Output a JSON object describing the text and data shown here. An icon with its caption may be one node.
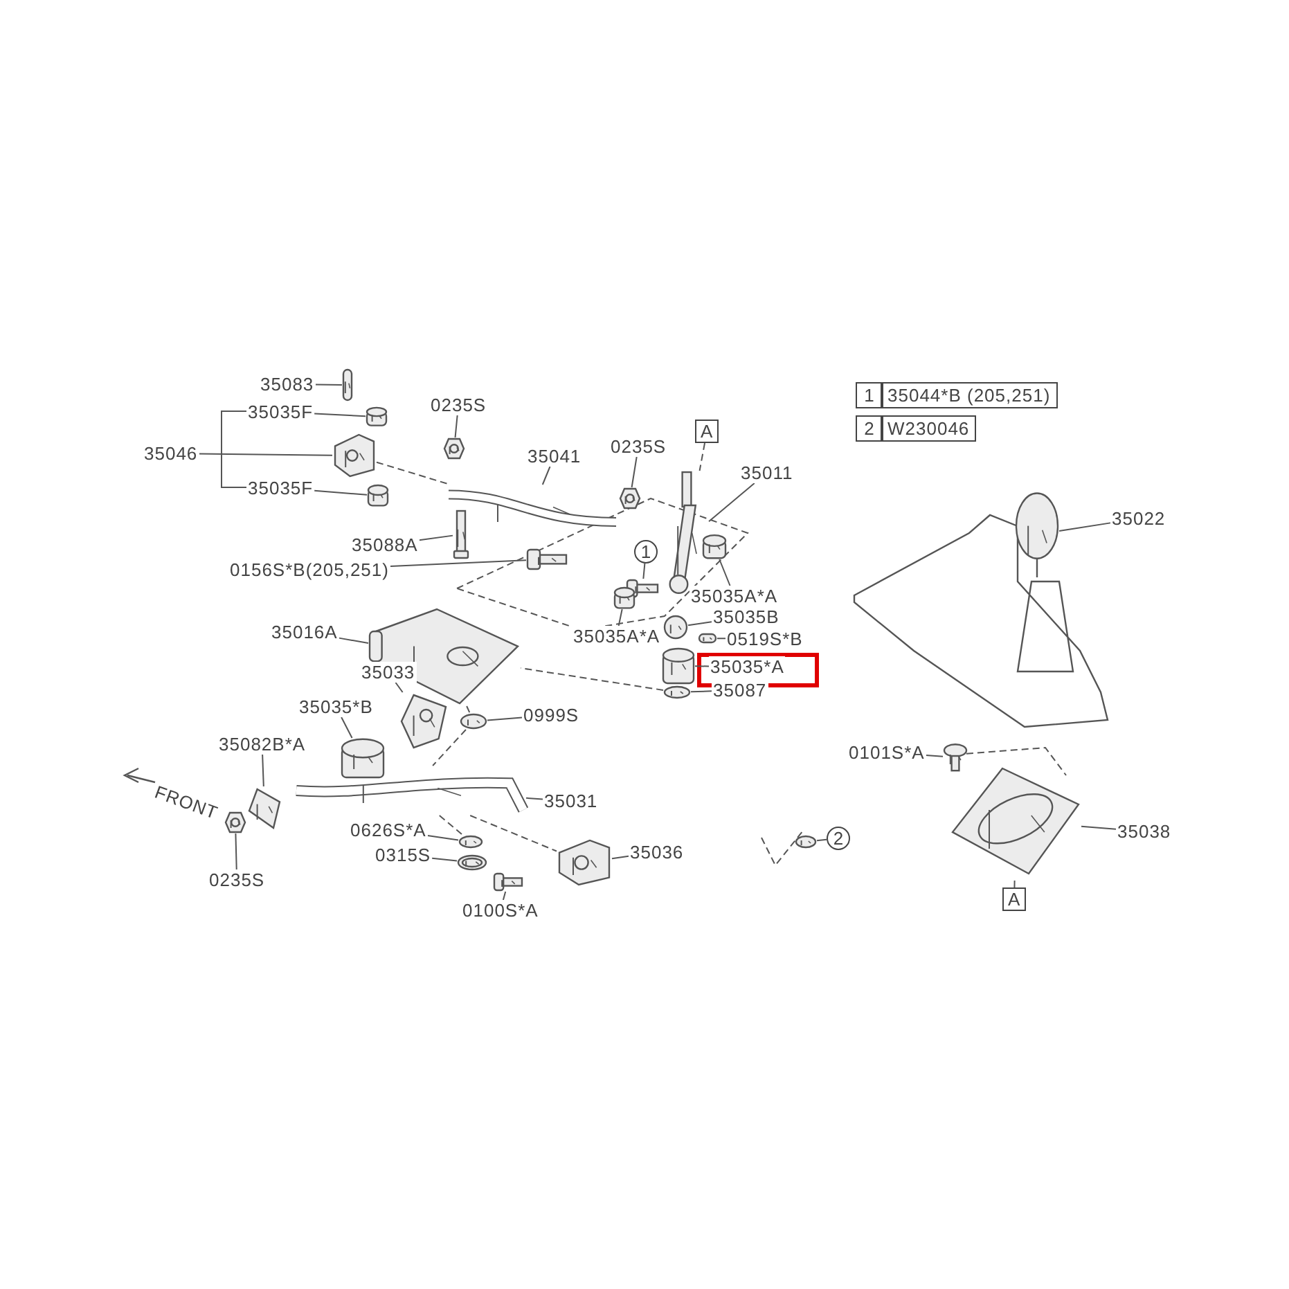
{
  "diagram": {
    "nodes": [
      {
        "text": [
          "35083"
        ]
      },
      {
        "text": [],
        "shape": "picture"
      },
      {
        "text": [
          "35035F"
        ]
      },
      {
        "text": [],
        "shape": "picture"
      },
      {
        "text": [
          "35046"
        ]
      },
      {
        "text": [],
        "shape": "picture"
      },
      {
        "text": [
          "35035F"
        ]
      },
      {
        "text": [],
        "shape": "picture"
      },
      {
        "text": [
          "0235S"
        ]
      },
      {
        "text": [],
        "shape": "picture"
      },
      {
        "text": [
          "35041"
        ]
      },
      {
        "text": [],
        "shape": "picture"
      },
      {
        "text": [
          "35088A"
        ]
      },
      {
        "text": [],
        "shape": "picture"
      },
      {
        "text": [
          "0156S*B(205,251)"
        ]
      },
      {
        "text": [],
        "shape": "picture"
      },
      {
        "text": [
          "0235S"
        ]
      },
      {
        "text": [],
        "shape": "picture"
      },
      {
        "text": [
          "A"
        ]
      },
      {
        "text": [],
        "shape": "picture"
      },
      {
        "text": [
          "35011"
        ]
      },
      {
        "text": [
          "1"
        ]
      },
      {
        "text": [],
        "shape": "picture"
      },
      {
        "text": [
          "35035A*A"
        ]
      },
      {
        "text": [],
        "shape": "picture"
      },
      {
        "text": [
          "35035A*A"
        ]
      },
      {
        "text": [],
        "shape": "picture"
      },
      {
        "text": [
          "35035B"
        ]
      },
      {
        "text": [],
        "shape": "picture"
      },
      {
        "text": [
          "0519S*B"
        ]
      },
      {
        "text": [],
        "shape": "picture"
      },
      {
        "text": [
          "35035*A"
        ]
      },
      {
        "text": [],
        "shape": "picture"
      },
      {
        "text": [
          "35087"
        ]
      },
      {
        "text": [],
        "shape": "picture"
      },
      {
        "text": [
          "35016A"
        ]
      },
      {
        "text": [],
        "shape": "picture"
      },
      {
        "text": [
          "35033"
        ]
      },
      {
        "text": [],
        "shape": "picture"
      },
      {
        "text": [
          "35035*B"
        ]
      },
      {
        "text": [],
        "shape": "picture"
      },
      {
        "text": [
          "0999S"
        ]
      },
      {
        "text": [],
        "shape": "picture"
      },
      {
        "text": [
          "35082B*A"
        ]
      },
      {
        "text": [],
        "shape": "picture"
      },
      {
        "text": [
          "0235S"
        ]
      },
      {
        "text": [],
        "shape": "picture"
      },
      {
        "text": [
          "35031"
        ]
      },
      {
        "text": [],
        "shape": "picture"
      },
      {
        "text": [
          "0626S*A"
        ]
      },
      {
        "text": [],
        "shape": "picture"
      },
      {
        "text": [
          "0315S"
        ]
      },
      {
        "text": [],
        "shape": "picture"
      },
      {
        "text": [
          "0100S*A"
        ]
      },
      {
        "text": [],
        "shape": "picture"
      },
      {
        "text": [
          "35036"
        ]
      },
      {
        "text": [],
        "shape": "picture"
      },
      {
        "text": [
          "35022"
        ]
      },
      {
        "text": [],
        "shape": "picture"
      },
      {
        "text": [
          "0101S*A"
        ]
      },
      {
        "text": [],
        "shape": "picture"
      },
      {
        "text": [
          "35038"
        ]
      },
      {
        "text": [],
        "shape": "picture"
      },
      {
        "text": [
          "A"
        ]
      },
      {
        "text": [
          "2"
        ]
      },
      {
        "text": [],
        "shape": "picture"
      }
    ],
    "edges": [
      {
        "from": 0,
        "to": 1,
        "arrow": "none"
      },
      {
        "from": 2,
        "to": 3,
        "arrow": "none"
      },
      {
        "from": 4,
        "to": 5,
        "arrow": "none"
      },
      {
        "from": 6,
        "to": 7,
        "arrow": "none"
      },
      {
        "from": 8,
        "to": 9,
        "arrow": "none"
      },
      {
        "from": 10,
        "to": 11,
        "arrow": "none"
      },
      {
        "from": 12,
        "to": 13,
        "arrow": "none"
      },
      {
        "from": 14,
        "to": 15,
        "arrow": "none"
      },
      {
        "from": 16,
        "to": 17,
        "arrow": "none"
      },
      {
        "from": 18,
        "to": 19,
        "arrow": "none",
        "style": "dashed"
      },
      {
        "from": 20,
        "to": 19,
        "arrow": "none"
      },
      {
        "from": 21,
        "to": 22,
        "arrow": "none"
      },
      {
        "from": 23,
        "to": 24,
        "arrow": "none"
      },
      {
        "from": 25,
        "to": 26,
        "arrow": "none"
      },
      {
        "from": 27,
        "to": 28,
        "arrow": "none"
      },
      {
        "from": 29,
        "to": 30,
        "arrow": "none"
      },
      {
        "from": 31,
        "to": 32,
        "arrow": "none"
      },
      {
        "from": 33,
        "to": 34,
        "arrow": "none"
      },
      {
        "from": 35,
        "to": 36,
        "arrow": "none"
      },
      {
        "from": 37,
        "to": 38,
        "arrow": "none"
      },
      {
        "from": 39,
        "to": 40,
        "arrow": "none"
      },
      {
        "from": 41,
        "to": 42,
        "arrow": "none"
      },
      {
        "from": 43,
        "to": 44,
        "arrow": "none"
      },
      {
        "from": 45,
        "to": 46,
        "arrow": "none"
      },
      {
        "from": 47,
        "to": 48,
        "arrow": "none"
      },
      {
        "from": 49,
        "to": 50,
        "arrow": "none"
      },
      {
        "from": 51,
        "to": 52,
        "arrow": "none"
      },
      {
        "from": 53,
        "to": 54,
        "arrow": "none"
      },
      {
        "from": 55,
        "to": 56,
        "arrow": "none"
      },
      {
        "from": 57,
        "to": 58,
        "arrow": "none"
      },
      {
        "from": 59,
        "to": 60,
        "arrow": "none"
      },
      {
        "from": 61,
        "to": 62,
        "arrow": "none"
      },
      {
        "from": 63,
        "to": 62,
        "arrow": "none",
        "style": "dashed"
      },
      {
        "from": 64,
        "to": 65,
        "arrow": "none"
      },
      {
        "from": 5,
        "to": 11,
        "arrow": "none",
        "style": "dashed"
      },
      {
        "from": 34,
        "to": 36,
        "arrow": "none",
        "style": "dashed"
      },
      {
        "from": 36,
        "to": 42,
        "arrow": "none",
        "style": "dashed"
      },
      {
        "from": 42,
        "to": 48,
        "arrow": "none",
        "style": "dashed"
      },
      {
        "from": 48,
        "to": 50,
        "arrow": "none",
        "style": "dashed"
      },
      {
        "from": 48,
        "to": 56,
        "arrow": "none",
        "style": "dashed"
      }
    ],
    "labels": [
      "1",
      "35044*B (205,251)",
      "2",
      "W230046",
      "FRONT"
    ]
  }
}
